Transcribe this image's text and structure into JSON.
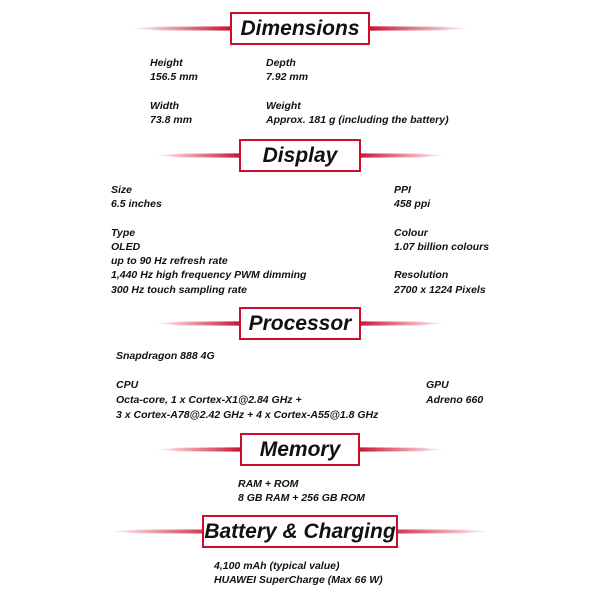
{
  "sections": {
    "dimensions": {
      "title": "Dimensions",
      "height_label": "Height",
      "height_value": "156.5 mm",
      "depth_label": "Depth",
      "depth_value": "7.92 mm",
      "width_label": "Width",
      "width_value": "73.8 mm",
      "weight_label": "Weight",
      "weight_value": "Approx. 181 g (including the battery)"
    },
    "display": {
      "title": "Display",
      "size_label": "Size",
      "size_value": "6.5 inches",
      "ppi_label": "PPI",
      "ppi_value": "458 ppi",
      "type_label": "Type",
      "type_lines": [
        "OLED",
        "up to 90 Hz refresh rate",
        "1,440 Hz high frequency PWM dimming",
        "300 Hz touch sampling rate"
      ],
      "colour_label": "Colour",
      "colour_value": "1.07 billion colours",
      "resolution_label": "Resolution",
      "resolution_value": "2700 x 1224 Pixels"
    },
    "processor": {
      "title": "Processor",
      "chip": "Snapdragon 888 4G",
      "cpu_label": "CPU",
      "cpu_lines": [
        "Octa-core, 1 x Cortex-X1@2.84 GHz +",
        "3 x Cortex-A78@2.42 GHz + 4 x Cortex-A55@1.8 GHz"
      ],
      "gpu_label": "GPU",
      "gpu_value": "Adreno 660"
    },
    "memory": {
      "title": "Memory",
      "label": "RAM + ROM",
      "value": "8 GB RAM + 256 GB ROM"
    },
    "battery": {
      "title": "Battery & Charging",
      "capacity": "4,100 mAh (typical value)",
      "charging": "HUAWEI SuperCharge (Max 66 W)"
    }
  },
  "colors": {
    "accent": "#c8102e",
    "text": "#111111",
    "background": "#ffffff"
  }
}
